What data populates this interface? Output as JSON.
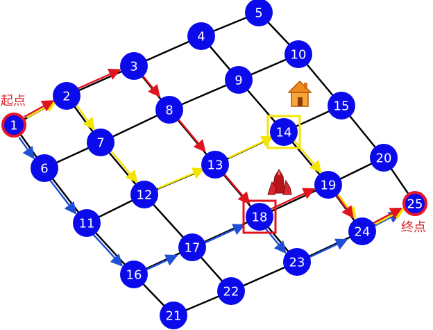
{
  "labels": {
    "start": "起点",
    "end": "终点"
  },
  "nodes": [
    {
      "id": "1",
      "label": "1"
    },
    {
      "id": "2",
      "label": "2"
    },
    {
      "id": "3",
      "label": "3"
    },
    {
      "id": "4",
      "label": "4"
    },
    {
      "id": "5",
      "label": "5"
    },
    {
      "id": "6",
      "label": "6"
    },
    {
      "id": "7",
      "label": "7"
    },
    {
      "id": "8",
      "label": "8"
    },
    {
      "id": "9",
      "label": "9"
    },
    {
      "id": "10",
      "label": "10"
    },
    {
      "id": "11",
      "label": "11"
    },
    {
      "id": "12",
      "label": "12"
    },
    {
      "id": "13",
      "label": "13"
    },
    {
      "id": "14",
      "label": "14"
    },
    {
      "id": "15",
      "label": "15"
    },
    {
      "id": "16",
      "label": "16"
    },
    {
      "id": "17",
      "label": "17"
    },
    {
      "id": "18",
      "label": "18"
    },
    {
      "id": "19",
      "label": "19"
    },
    {
      "id": "20",
      "label": "20"
    },
    {
      "id": "21",
      "label": "21"
    },
    {
      "id": "22",
      "label": "22"
    },
    {
      "id": "23",
      "label": "23"
    },
    {
      "id": "24",
      "label": "24"
    },
    {
      "id": "25",
      "label": "25"
    }
  ],
  "paths": {
    "red": [
      "1",
      "2",
      "3",
      "8",
      "13",
      "18",
      "19",
      "24",
      "25"
    ],
    "yellow": [
      "1",
      "2",
      "7",
      "12",
      "13",
      "14",
      "19",
      "24",
      "25"
    ],
    "blue": [
      "1",
      "6",
      "11",
      "16",
      "17",
      "18",
      "23",
      "24",
      "25"
    ]
  },
  "highlights": {
    "start_end_ring": [
      "1",
      "25"
    ],
    "yellow_box": "14",
    "red_box": "18"
  },
  "icons": {
    "house": "house-icon",
    "crystal": "red-crystal-icon"
  },
  "colors": {
    "node_fill": "#0a0aeb",
    "grid_line": "#000000",
    "red_path": "#e0141e",
    "yellow_path": "#f5e400",
    "blue_path": "#1f4fd8",
    "ring": "#e8142a",
    "caption": "#d8262e"
  }
}
